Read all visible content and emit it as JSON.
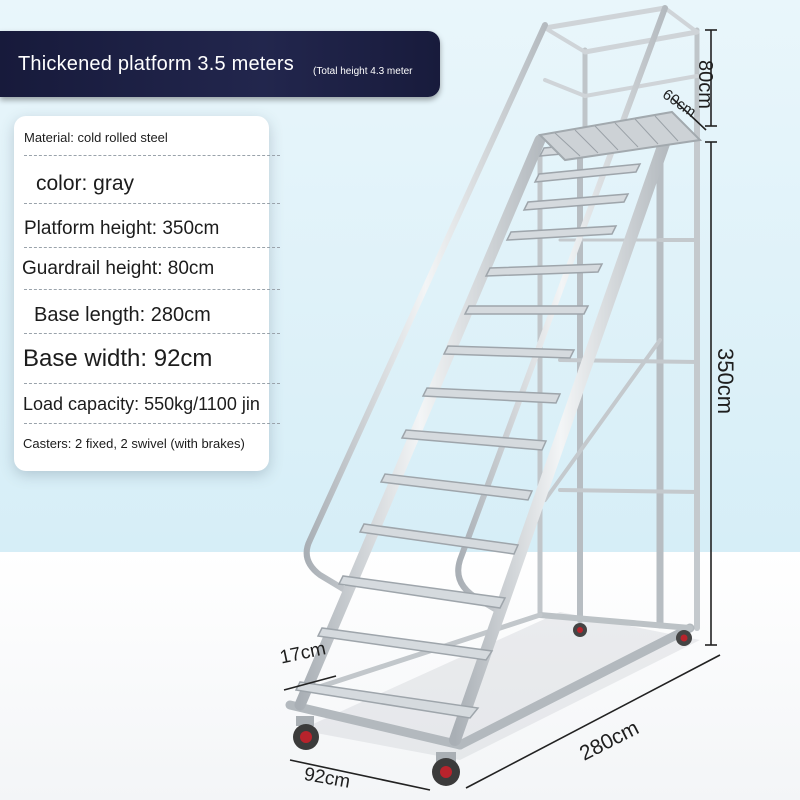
{
  "title": {
    "main": "Thickened platform 3.5 meters",
    "sub": "(Total height 4.3 meter"
  },
  "specs": [
    {
      "text": "Material: cold rolled steel"
    },
    {
      "text": "color: gray"
    },
    {
      "text": "Platform height: 350cm"
    },
    {
      "text": "Guardrail height: 80cm"
    },
    {
      "text": "Base length: 280cm"
    },
    {
      "text": "Base width: 92cm"
    },
    {
      "text": "Load capacity: 550kg/1100 jin"
    },
    {
      "text": "Casters: 2 fixed, 2 swivel (with brakes)"
    }
  ],
  "dimensions": {
    "guardrail": "80cm",
    "platform_depth": "60cm",
    "platform_height": "350cm",
    "step_depth": "17cm",
    "base_length": "280cm",
    "base_width": "92cm"
  },
  "colors": {
    "banner": "#1b1e42",
    "steel": "#d3d8dc",
    "background": "#dcf0f8",
    "caster_red": "#b8232c"
  }
}
